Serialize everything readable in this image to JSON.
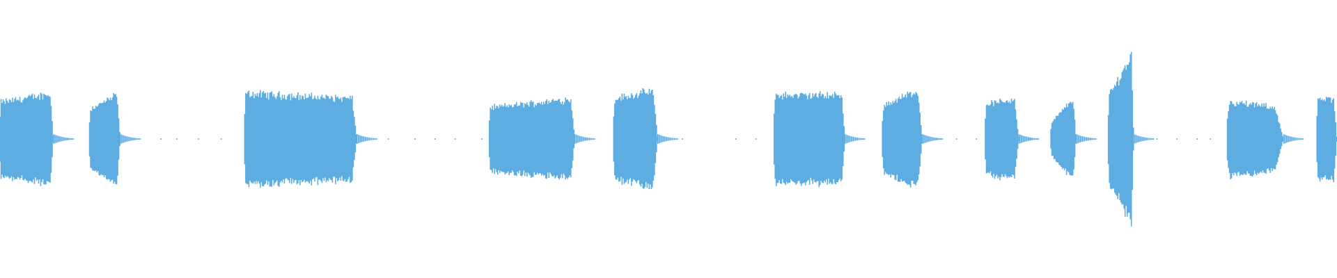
{
  "waveform": {
    "color": "#5dade2",
    "background": "#ffffff",
    "peak_max": 1.0,
    "segments": [
      {
        "start": 0.0,
        "end": 0.04,
        "amp_start": 0.42,
        "amp_end": 0.52,
        "shape": "ramp-up",
        "fade": 0.004
      },
      {
        "start": 0.067,
        "end": 0.09,
        "amp_start": 0.34,
        "amp_end": 0.52,
        "shape": "ramp-up",
        "fade": 0.004
      },
      {
        "start": 0.183,
        "end": 0.267,
        "amp_start": 0.52,
        "amp_end": 0.46,
        "shape": "flat",
        "fade": 0.006
      },
      {
        "start": 0.366,
        "end": 0.43,
        "amp_start": 0.36,
        "amp_end": 0.46,
        "shape": "ramp-up",
        "fade": 0.005
      },
      {
        "start": 0.459,
        "end": 0.492,
        "amp_start": 0.46,
        "amp_end": 0.56,
        "shape": "ramp-up",
        "fade": 0.006
      },
      {
        "start": 0.579,
        "end": 0.632,
        "amp_start": 0.5,
        "amp_end": 0.5,
        "shape": "flat",
        "fade": 0.004
      },
      {
        "start": 0.66,
        "end": 0.69,
        "amp_start": 0.38,
        "amp_end": 0.58,
        "shape": "ramp-up",
        "fade": 0.006
      },
      {
        "start": 0.737,
        "end": 0.762,
        "amp_start": 0.4,
        "amp_end": 0.46,
        "shape": "flat",
        "fade": 0.005
      },
      {
        "start": 0.786,
        "end": 0.805,
        "amp_start": 0.18,
        "amp_end": 0.5,
        "shape": "ramp-up",
        "fade": 0.004
      },
      {
        "start": 0.829,
        "end": 0.848,
        "amp_start": 0.48,
        "amp_end": 1.0,
        "shape": "ramp-up",
        "fade": 0.003
      },
      {
        "start": 0.918,
        "end": 0.96,
        "amp_start": 0.42,
        "amp_end": 0.34,
        "shape": "ramp-down",
        "fade": 0.01
      },
      {
        "start": 0.985,
        "end": 1.0,
        "amp_start": 0.44,
        "amp_end": 0.46,
        "shape": "flat",
        "fade": 0.004
      }
    ],
    "noise_marks": [
      0.05,
      0.12,
      0.132,
      0.148,
      0.165,
      0.29,
      0.31,
      0.325,
      0.34,
      0.36,
      0.51,
      0.55,
      0.565,
      0.6,
      0.645,
      0.7,
      0.715,
      0.73,
      0.77,
      0.815,
      0.865,
      0.88,
      0.895,
      0.905
    ]
  }
}
